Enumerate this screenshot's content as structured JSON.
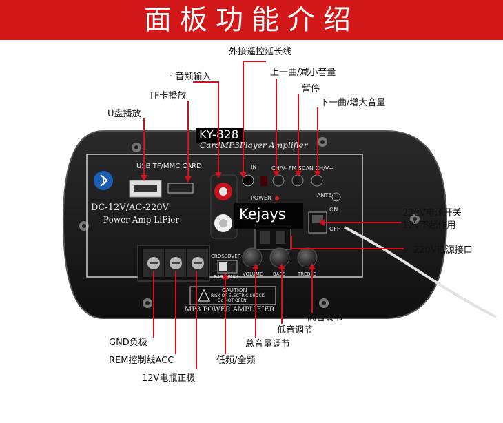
{
  "banner": {
    "title": "面板功能介绍",
    "color": "#d21818"
  },
  "accent_color": "#d0101a",
  "panel": {
    "model": "KY-828",
    "subtitle": "CardMP3Player Amplifier",
    "ports_label": "USB  TF/MMC CARD",
    "power_spec": "DC-12V/AC-220V",
    "amp_label": "Power Amp LiFier",
    "brand": "Kejays",
    "power_led_label": "POWER",
    "ante_label": "ANTE",
    "transport_labels": "CH/V-  FM SCAN  CH/V+",
    "in_label": "IN",
    "switch_on": "ON",
    "switch_off": "OFF",
    "crossover_label": "CROSSOVER",
    "bass_full_label": "BASS FULL",
    "volume_label": "VOLUME",
    "bass_label": "BASS",
    "treble_label": "TREBLE",
    "caution_title": "CAUTION",
    "caution_line1": "RISK OF ELECTRIC SHOCK",
    "caution_line2": "Do NOT OPEN",
    "footer": "MP3 POWER AMPLIFIER"
  },
  "annotations": {
    "remote": "外接遥控延长线",
    "audio_in": "· 音频输入",
    "prev_vol_down": "上一曲/减小音量",
    "tf_play": "TF卡播放",
    "pause": "暂停",
    "next_vol_up": "下一曲/增大音量",
    "usb_play": "U盘播放",
    "power_switch": "220V电源开关",
    "power_switch_note": "12V不起作用",
    "power_socket": "220V电源接口",
    "treble_adj": "高音调节",
    "bass_adj": "低音调节",
    "gnd": "GND负极",
    "master_vol": "总音量调节",
    "rem": "REM控制线ACC",
    "lowfreq_full": "低频/全频",
    "battery_pos": "12V电瓶正极"
  }
}
